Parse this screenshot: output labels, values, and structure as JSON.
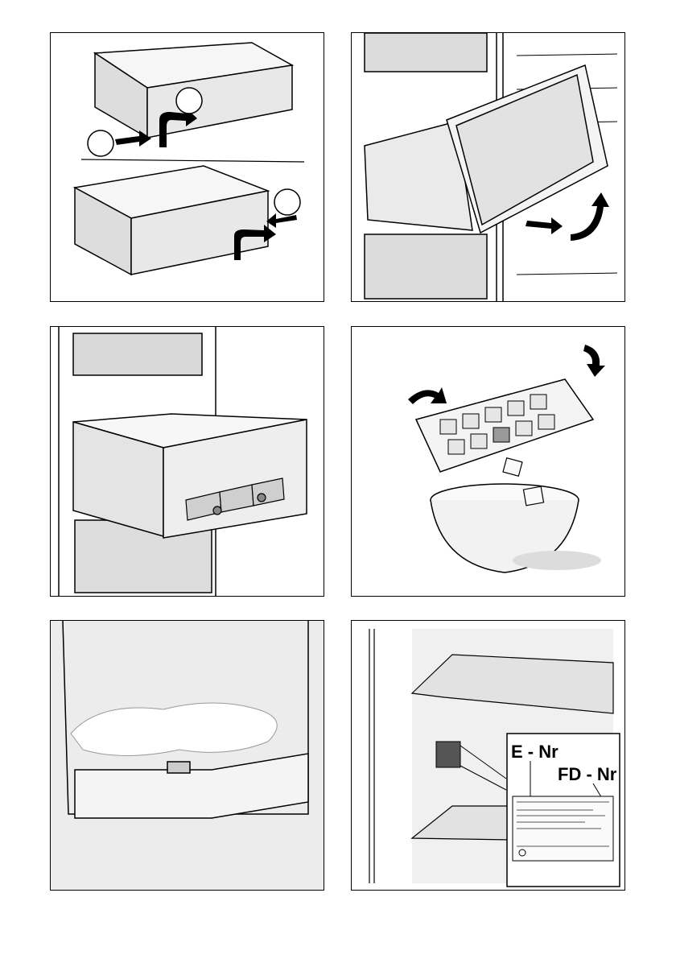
{
  "page": {
    "figures": [
      {
        "id": "drawer-removal-steps",
        "callouts": [
          "",
          "",
          "",
          ""
        ]
      },
      {
        "id": "drawer-tilt-out"
      },
      {
        "id": "drawer-with-ice-packs"
      },
      {
        "id": "ice-cube-tray-release"
      },
      {
        "id": "defrost-water-collection"
      },
      {
        "id": "rating-plate-location",
        "labels": {
          "e_nr": "E - Nr",
          "fd_nr": "FD - Nr"
        }
      }
    ]
  }
}
